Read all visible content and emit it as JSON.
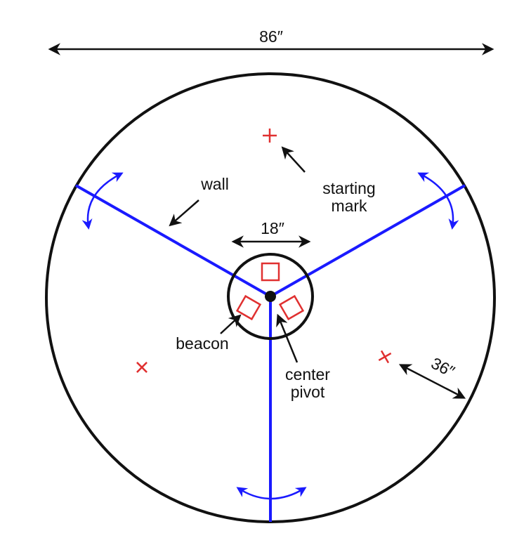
{
  "colors": {
    "outline": "#111111",
    "wall": "#1a1aff",
    "mark": "#e03030",
    "background": "#ffffff"
  },
  "dimensions": {
    "arena_diameter": "86″",
    "pivot_diameter": "18″",
    "mark_distance": "36″"
  },
  "labels": {
    "wall": "wall",
    "starting_mark_line1": "starting",
    "starting_mark_line2": "mark",
    "beacon": "beacon",
    "center_pivot_line1": "center",
    "center_pivot_line2": "pivot"
  },
  "icons": {
    "starting_mark": "plus-mark-icon",
    "beacon": "square-beacon-icon",
    "rotation": "curved-double-arrow-icon"
  }
}
